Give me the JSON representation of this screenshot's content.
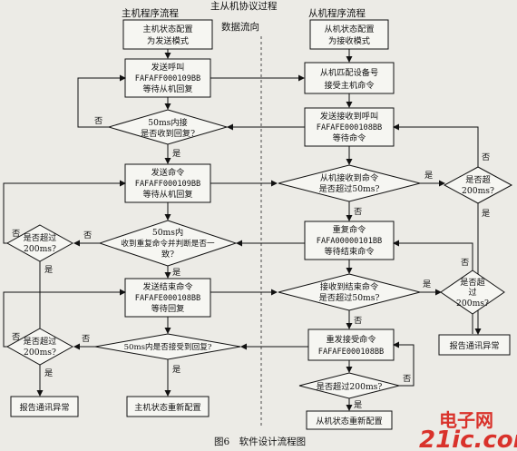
{
  "headers": {
    "master": "主机程序流程",
    "protocol": "主从机协议过程",
    "flow": "数据流向",
    "slave": "从机程序流程"
  },
  "master": {
    "m1": [
      "主机状态配置",
      "为发送模式"
    ],
    "m2": [
      "发送呼叫",
      "FAFAFF000109BB",
      "等待从机回复"
    ],
    "d1": [
      "50ms内接",
      "是否收到回复?"
    ],
    "m3": [
      "发送命令",
      "FAFAFF000109BB",
      "等待从机回复"
    ],
    "d2": [
      "50ms内",
      "收到重复命令并判断是否一",
      "致?"
    ],
    "m4": [
      "发送结束命令",
      "FAFAFE000108BB",
      "等待回复"
    ],
    "d3": [
      "50ms内是否接受到回复?"
    ],
    "timeout_left": [
      "是否超过",
      "200ms?"
    ],
    "timeout_left2": [
      "是否超过",
      "200ms?"
    ],
    "report": "报告通讯异常",
    "reconfig": "主机状态重新配置"
  },
  "slave": {
    "s1": [
      "从机状态配置",
      "为接收模式"
    ],
    "s2": [
      "从机匹配设备号",
      "接受主机命令"
    ],
    "s3": [
      "发送接收到呼叫",
      "FAFAFE000108BB",
      "等待命令"
    ],
    "d1": [
      "从机接收到命令",
      "是否超过50ms?"
    ],
    "s4": [
      "重复命令",
      "FAFA00000101BB",
      "等待结束命令"
    ],
    "d2": [
      "接收到结束命令",
      "是否超过50ms?"
    ],
    "s5": [
      "重发接受命令",
      "FAFAFE000108BB"
    ],
    "d3": [
      "是否超过200ms?"
    ],
    "reconfig": "从机状态重新配置",
    "timeout_right": [
      "是否超",
      "200ms?"
    ],
    "timeout_right2": [
      "是否超",
      "过",
      "200ms?"
    ],
    "report": "报告通讯异常"
  },
  "labels": {
    "yes": "是",
    "no": "否"
  },
  "caption": "图6　软件设计流程图",
  "watermark": {
    "brand": "电子网",
    "url": "21ic.com"
  }
}
